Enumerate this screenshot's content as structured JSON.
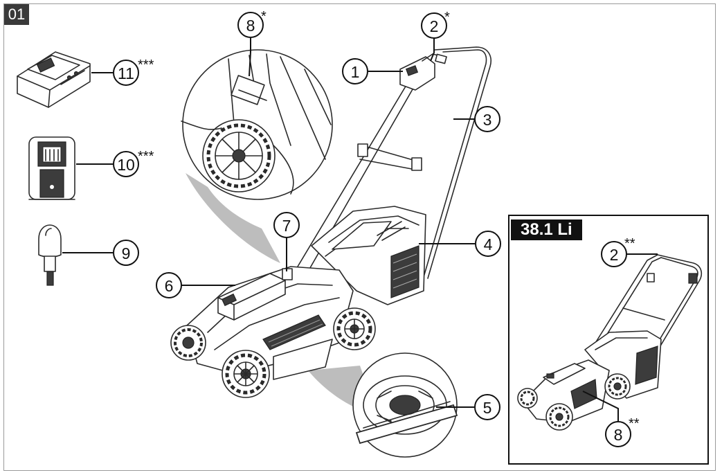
{
  "figure": {
    "number": "01"
  },
  "inset": {
    "title": "38.1 Li"
  },
  "callouts": {
    "c1": {
      "number": "1",
      "mark": ""
    },
    "c2": {
      "number": "2",
      "mark": "*"
    },
    "c3": {
      "number": "3",
      "mark": ""
    },
    "c4": {
      "number": "4",
      "mark": ""
    },
    "c5": {
      "number": "5",
      "mark": ""
    },
    "c6": {
      "number": "6",
      "mark": ""
    },
    "c7": {
      "number": "7",
      "mark": ""
    },
    "c8": {
      "number": "8",
      "mark": "*"
    },
    "c9": {
      "number": "9",
      "mark": ""
    },
    "c10": {
      "number": "10",
      "mark": "***"
    },
    "c11": {
      "number": "11",
      "mark": "***"
    },
    "c2_inset": {
      "number": "2",
      "mark": "**"
    },
    "c8_inset": {
      "number": "8",
      "mark": "**"
    }
  },
  "colors": {
    "ink": "#111111",
    "frame": "#9a9a9a",
    "badge": "#3a3a3a",
    "zoom_cone": "#bdbdbd"
  }
}
